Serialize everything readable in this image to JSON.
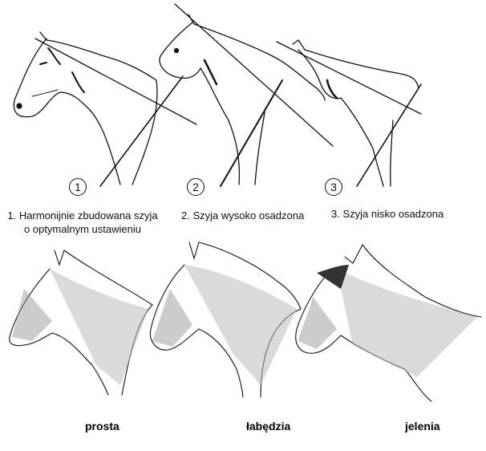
{
  "top_row": [
    {
      "number": "1",
      "caption_line1": "1. Harmonijnie zbudowana szyja",
      "caption_line2": "o optymalnym ustawieniu"
    },
    {
      "number": "2",
      "caption_line1": "2. Szyja wysoko osadzona"
    },
    {
      "number": "3",
      "caption_line1": "3. Szyja nisko osadzona"
    }
  ],
  "bottom_row": [
    {
      "label": "prosta"
    },
    {
      "label": "łabędzia"
    },
    {
      "label": "jelenia"
    }
  ]
}
